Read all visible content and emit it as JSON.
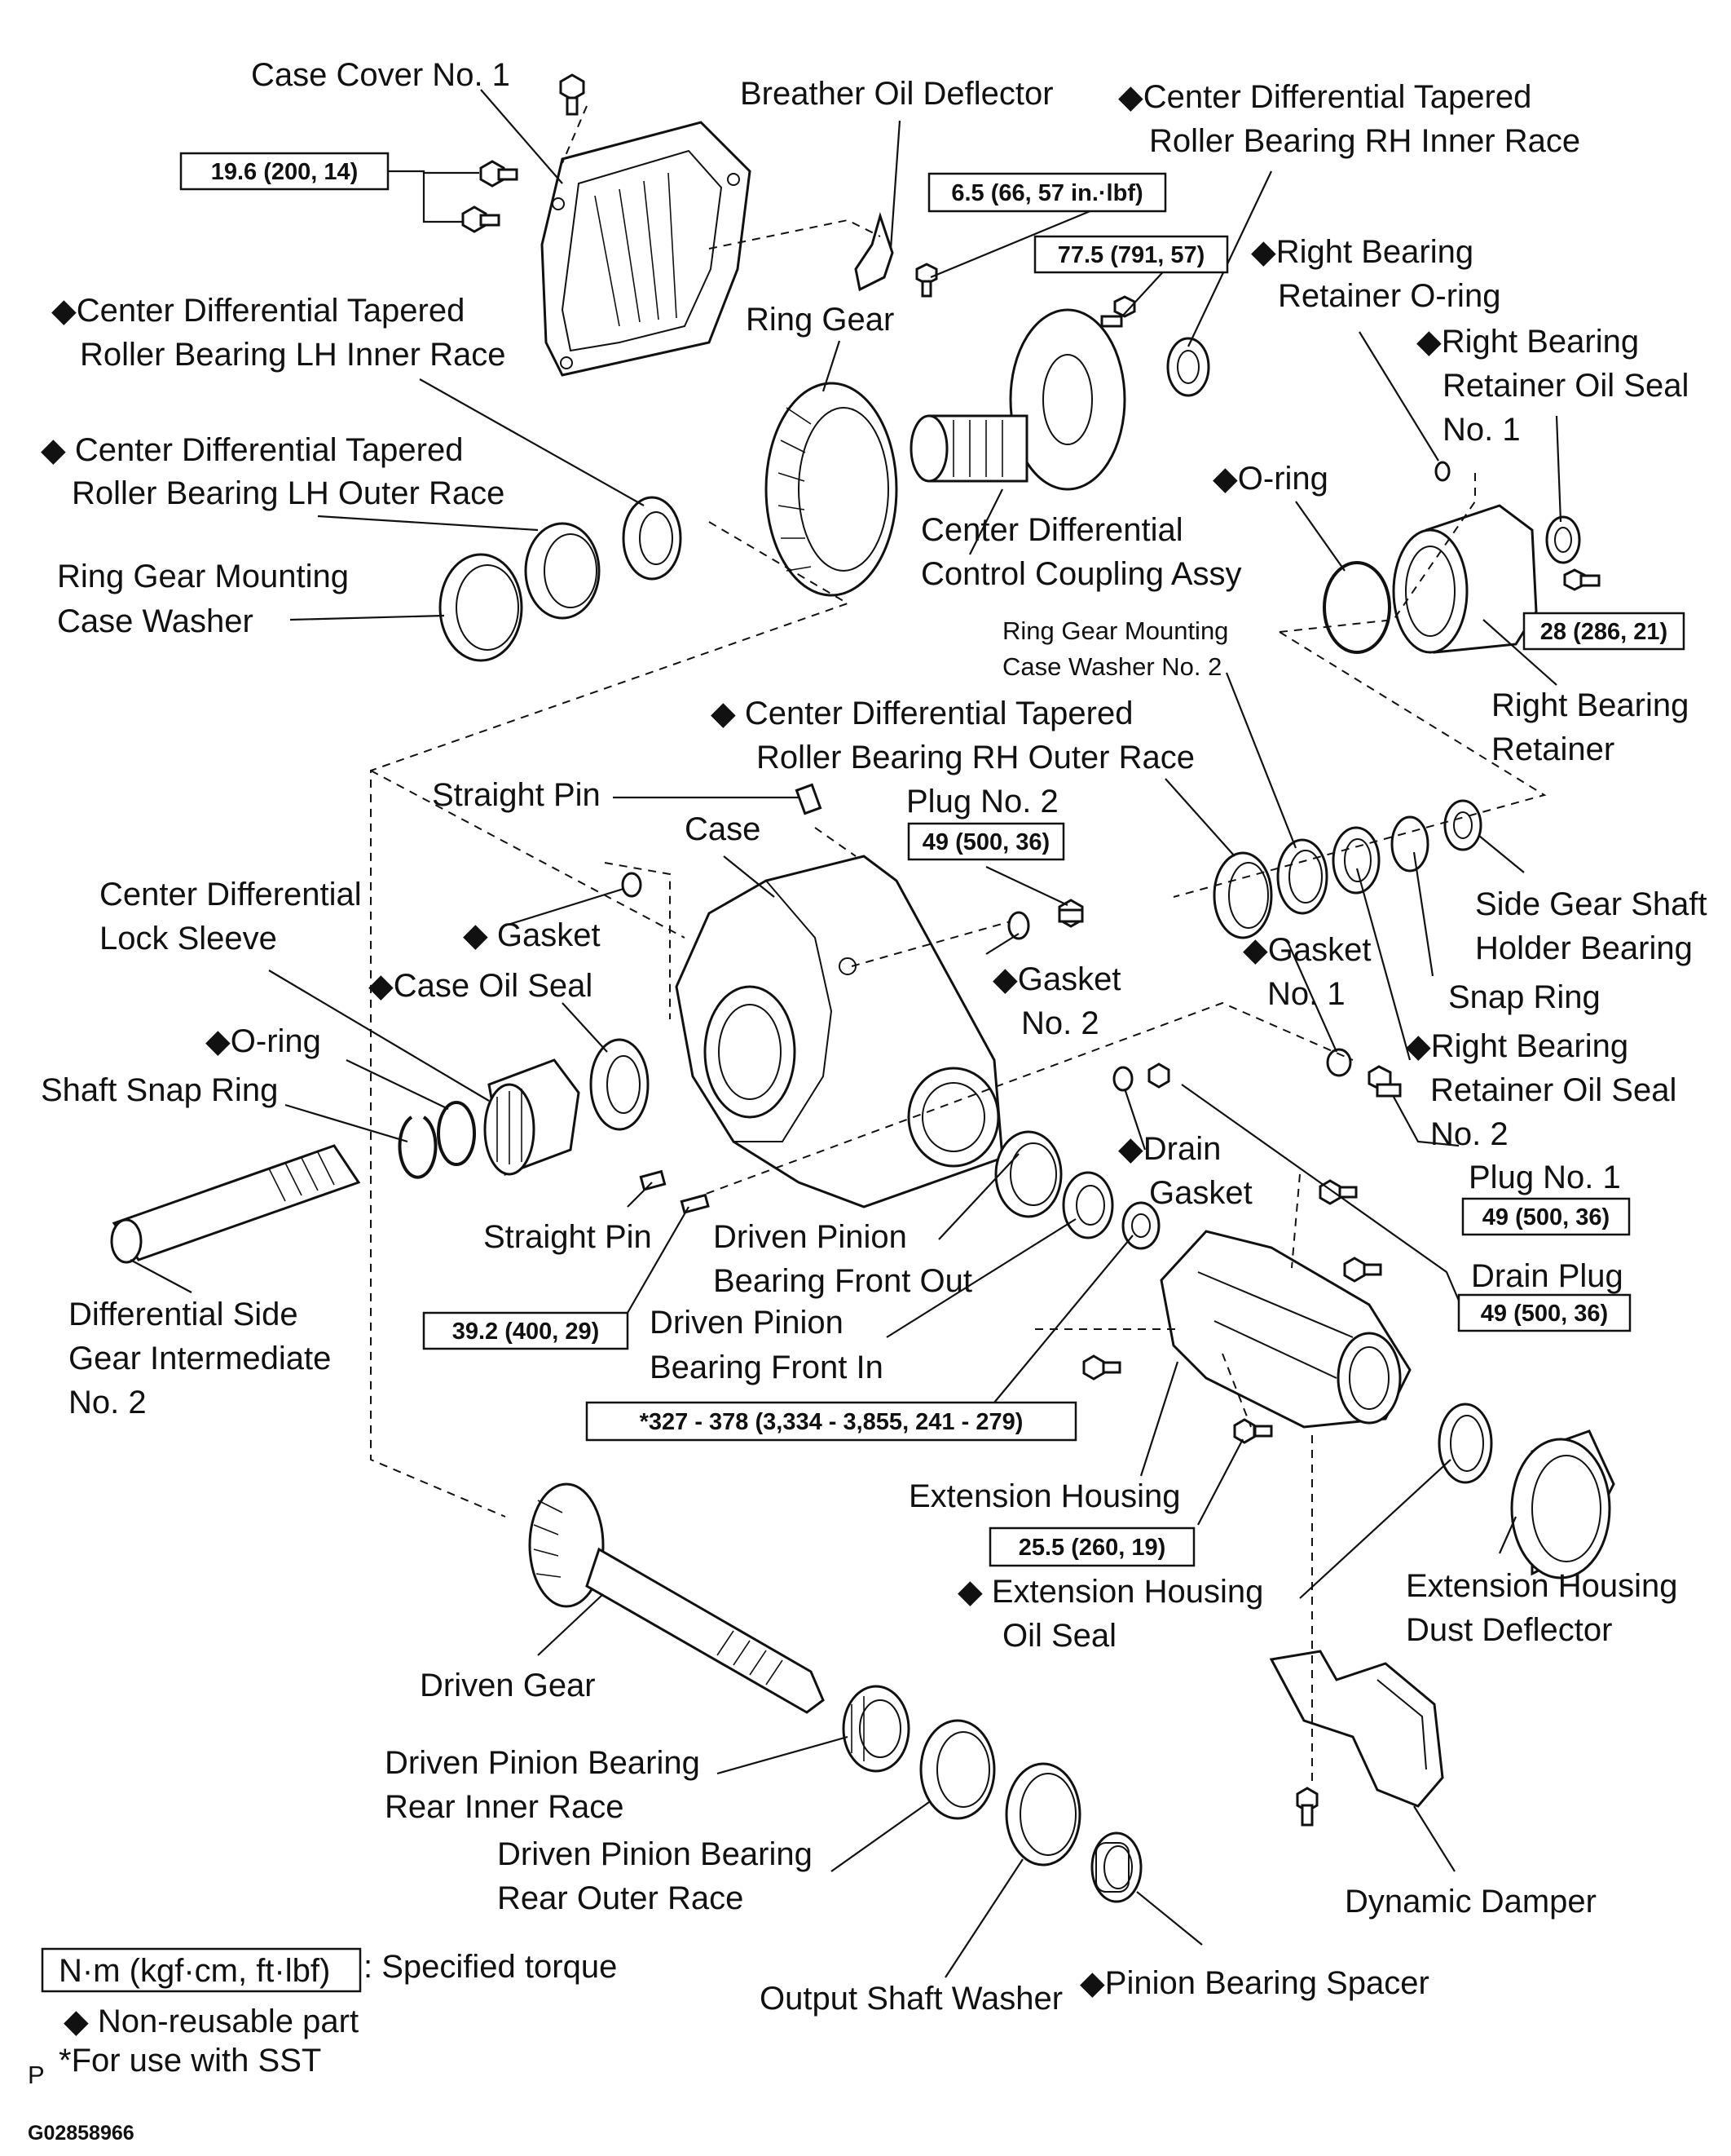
{
  "labels": {
    "case_cover": "Case Cover No. 1",
    "breather": "Breather Oil Deflector",
    "rh_inner_1": "◆Center Differential Tapered",
    "rh_inner_2": "Roller Bearing RH Inner Race",
    "lh_inner_1": "◆Center Differential Tapered",
    "lh_inner_2": "Roller Bearing LH Inner Race",
    "ring_gear": "Ring Gear",
    "rb_oring_1": "◆Right Bearing",
    "rb_oring_2": "Retainer O-ring",
    "rb_seal1_1": "◆Right Bearing",
    "rb_seal1_2": "Retainer Oil Seal",
    "rb_seal1_3": "No. 1",
    "lh_outer_1": "◆ Center Differential Tapered",
    "lh_outer_2": "Roller Bearing LH Outer Race",
    "oring_top": "◆O-ring",
    "rg_washer_1": "Ring Gear Mounting",
    "rg_washer_2": "Case Washer",
    "ccc_1": "Center Differential",
    "ccc_2": "Control Coupling Assy",
    "rgw2_1": "Ring Gear Mounting",
    "rgw2_2": "Case Washer No. 2",
    "rbr_1": "Right Bearing",
    "rbr_2": "Retainer",
    "rh_outer_1": "◆ Center Differential Tapered",
    "rh_outer_2": "Roller Bearing RH Outer Race",
    "straight_pin_top": "Straight Pin",
    "plug2": "Plug No. 2",
    "case": "Case",
    "side_gear_1": "Side Gear Shaft",
    "side_gear_2": "Holder Bearing",
    "lock_sleeve_1": "Center Differential",
    "lock_sleeve_2": "Lock Sleeve",
    "gasket_left": "◆ Gasket",
    "gasket1_1": "◆Gasket",
    "gasket1_2": "No. 1",
    "case_oil_seal": "◆Case Oil Seal",
    "snap_ring": "Snap Ring",
    "gasket2_1": "◆Gasket",
    "gasket2_2": "No. 2",
    "oring_left": "◆O-ring",
    "rb_seal2_1": "◆Right Bearing",
    "rb_seal2_2": "Retainer Oil Seal",
    "rb_seal2_3": "No. 2",
    "shaft_snap": "Shaft Snap Ring",
    "drain_gasket_1": "◆Drain",
    "drain_gasket_2": "Gasket",
    "plug1": "Plug No. 1",
    "straight_pin_bottom": "Straight Pin",
    "dp_front_out_1": "Driven Pinion",
    "dp_front_out_2": "Bearing Front Out",
    "diff_side_1": "Differential  Side",
    "diff_side_2": "Gear Intermediate",
    "diff_side_3": "No. 2",
    "drain_plug": "Drain Plug",
    "dp_front_in_1": "Driven Pinion",
    "dp_front_in_2": "Bearing Front In",
    "ext_housing": "Extension Housing",
    "ext_seal_1": "◆  Extension Housing",
    "ext_seal_2": "Oil Seal",
    "ext_dust_1": "Extension Housing",
    "ext_dust_2": "Dust Deflector",
    "driven_gear": "Driven Gear",
    "rear_inner_1": "Driven Pinion Bearing",
    "rear_inner_2": "Rear Inner Race",
    "rear_outer_1": "Driven Pinion Bearing",
    "rear_outer_2": "Rear Outer Race",
    "dyn_damper": "Dynamic Damper",
    "output_washer": "Output Shaft Washer",
    "pinion_spacer": "◆Pinion Bearing Spacer"
  },
  "torques": {
    "t1": "19.6 (200, 14)",
    "t2": "6.5 (66, 57 in.·lbf)",
    "t3": "77.5 (791, 57)",
    "t4": "28 (286, 21)",
    "t5": "49 (500, 36)",
    "t6": "49 (500, 36)",
    "t7": "39.2 (400, 29)",
    "t8": "49 (500, 36)",
    "t9": "*327 - 378 (3,334 - 3,855, 241 - 279)",
    "t10": "25.5 (260, 19)"
  },
  "legend": {
    "unit": "N·m (kgf·cm, ft·lbf)",
    "unit_desc": ": Specified torque",
    "nonreusable": "◆ Non-reusable part",
    "sst": "*For use with SST",
    "p_mark": "P",
    "code": "G02858966"
  }
}
